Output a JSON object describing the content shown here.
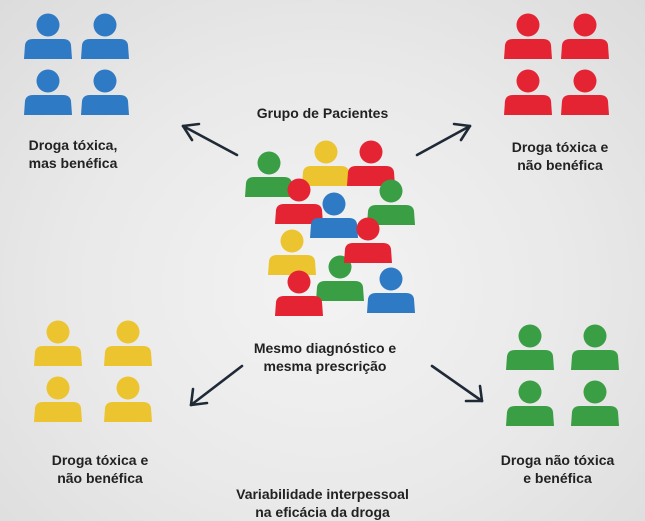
{
  "title": "Grupo de Pacientes",
  "center_label": {
    "line1": "Mesmo diagnóstico e",
    "line2": "mesma prescrição"
  },
  "groups": [
    {
      "id": "top-left",
      "color": "#2e7ac4",
      "line1": "Droga tóxica,",
      "line2": "mas benéfica"
    },
    {
      "id": "top-right",
      "color": "#e52433",
      "line1": "Droga tóxica e",
      "line2": "não benéfica"
    },
    {
      "id": "bottom-left",
      "color": "#ecc42f",
      "line1": "Droga tóxica e",
      "line2": "não benéfica"
    },
    {
      "id": "bottom-right",
      "color": "#3a9e45",
      "line1": "Droga não tóxica",
      "line2": "e benéfica"
    }
  ],
  "footer": {
    "line1": "Variabilidade interpessoal",
    "line2": "na eficácia da droga"
  },
  "crowd_colors": [
    "green",
    "yellow",
    "red",
    "red",
    "green",
    "blue",
    "green",
    "yellow",
    "red",
    "green",
    "red",
    "blue"
  ],
  "palette": {
    "blue": "#2e7ac4",
    "red": "#e52433",
    "yellow": "#ecc42f",
    "green": "#3a9e45",
    "arrow": "#1f2a36"
  },
  "icons": {
    "person": "person-icon",
    "arrow": "arrow-icon"
  }
}
